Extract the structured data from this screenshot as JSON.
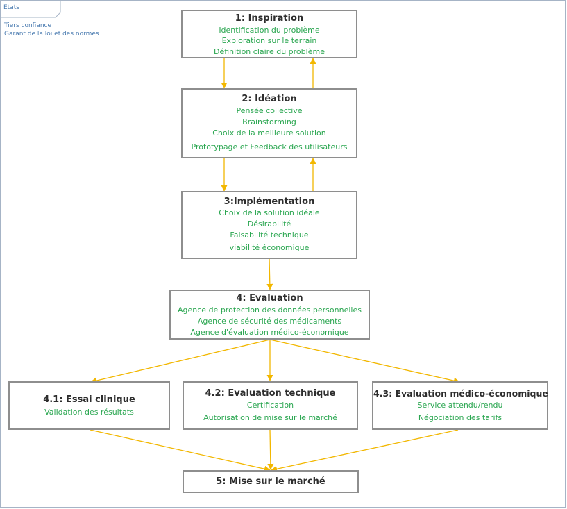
{
  "tab": {
    "label": "Etats"
  },
  "legend": [
    "Tiers confiance",
    "Garant de la loi et des normes"
  ],
  "nodes": {
    "inspiration": {
      "title": "1: Inspiration",
      "lines": [
        "Identification du problème",
        "Exploration sur le terrain",
        "Définition claire du problème"
      ]
    },
    "ideation": {
      "title": "2: Idéation",
      "lines": [
        "Pensée collective",
        "Brainstorming",
        "Choix de la meilleure solution",
        "Prototypage et Feedback  des utilisateurs"
      ]
    },
    "implementation": {
      "title": "3:Implémentation",
      "lines": [
        "Choix de la solution idéale",
        "Désirabilité",
        "Faisabilité technique",
        "viabilité économique"
      ]
    },
    "evaluation": {
      "title": "4: Evaluation",
      "lines": [
        "Agence de protection des données personnelles",
        "Agence de sécurité des médicaments",
        "Agence d'évaluation médico-économique"
      ]
    },
    "essai": {
      "title": "4.1: Essai clinique",
      "lines": [
        "Validation des résultats"
      ]
    },
    "technique": {
      "title": "4.2: Evaluation technique",
      "lines": [
        "Certification",
        "Autorisation de mise sur le marché"
      ]
    },
    "medico": {
      "title": "4.3: Evaluation médico-économique",
      "lines": [
        "Service attendu/rendu",
        "Négociation des tarifs"
      ]
    },
    "marche": {
      "title": "5: Mise sur le marché",
      "lines": []
    }
  },
  "colors": {
    "arrow": "#f2b700",
    "border": "#8e8e8e",
    "detail_text": "#2aa650",
    "title_text": "#2d2d2d",
    "frame": "#a6b4c6",
    "legend_text": "#4a7bb0"
  }
}
